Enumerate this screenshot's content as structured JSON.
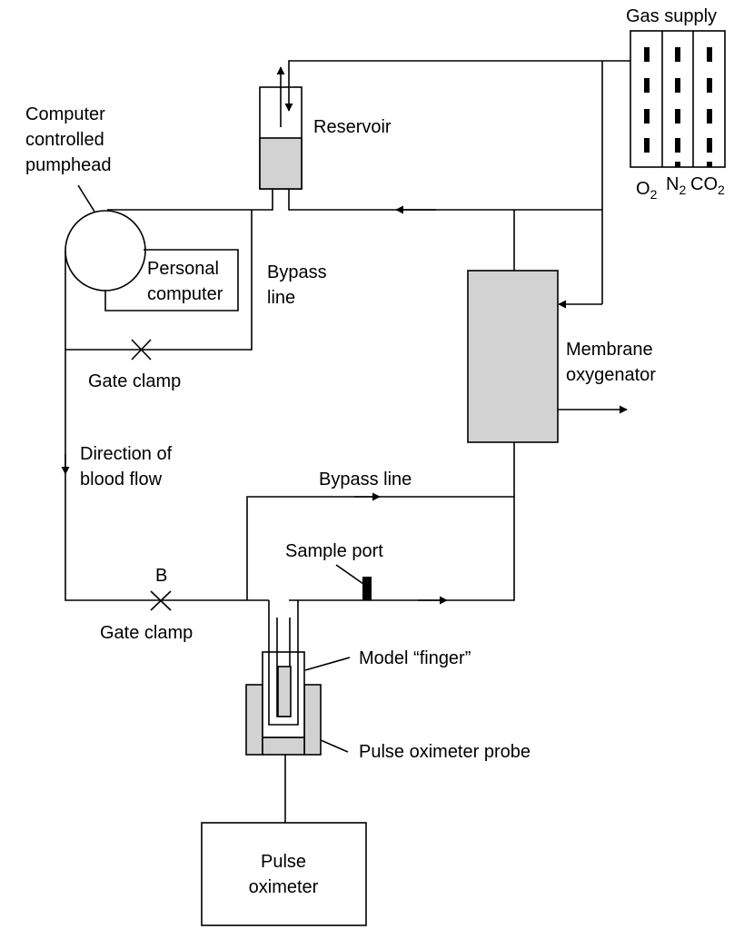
{
  "labels": {
    "gas_supply": "Gas supply",
    "o2": "O",
    "o2_sub": "2",
    "n2": "N",
    "n2_sub": "2",
    "co2": "CO",
    "co2_sub": "2",
    "reservoir": "Reservoir",
    "pumphead_line1": "Computer",
    "pumphead_line2": "controlled",
    "pumphead_line3": "pumphead",
    "pc_line1": "Personal",
    "pc_line2": "computer",
    "bypass_upper_line1": "Bypass",
    "bypass_upper_line2": "line",
    "gate_clamp_upper": "Gate clamp",
    "direction_line1": "Direction of",
    "direction_line2": "blood flow",
    "membrane_line1": "Membrane",
    "membrane_line2": "oxygenator",
    "bypass_lower": "Bypass line",
    "sample_port": "Sample port",
    "clamp_b": "B",
    "gate_clamp_lower": "Gate clamp",
    "model_finger": "Model “finger”",
    "probe": "Pulse oximeter probe",
    "oximeter_line1": "Pulse",
    "oximeter_line2": "oximeter"
  }
}
